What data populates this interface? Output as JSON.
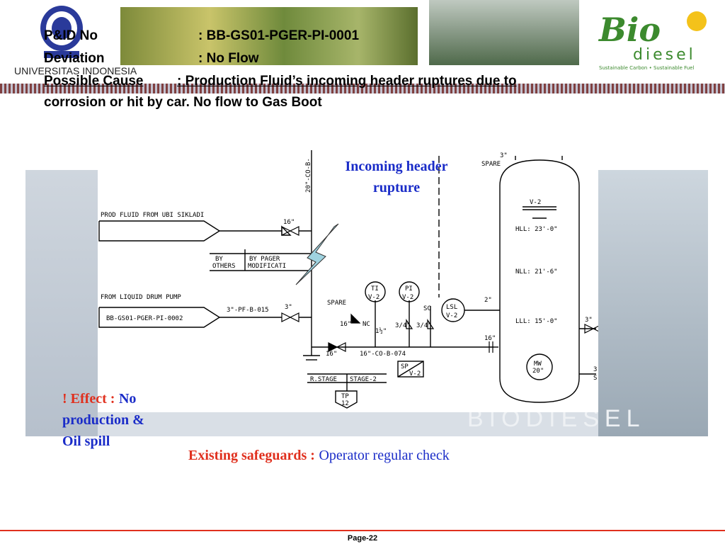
{
  "header": {
    "university_label": "UNIVERSITAS INDONESIA",
    "logo_text": "Bio",
    "logo_subtext": "diesel",
    "logo_tagline": "Sustainable Carbon • Sustainable Fuel"
  },
  "info": {
    "pid_label": "P&ID No",
    "pid_value": ": BB-GS01-PGER-PI-0001",
    "deviation_label": "Deviation",
    "deviation_value": ": No Flow",
    "cause_label": "Possible Cause",
    "cause_value": ": Production Fluid’s incoming header ruptures due to",
    "cause_value_line2": "corrosion or hit by car. No flow to Gas Boot"
  },
  "annotation": {
    "rupture_label_1": "Incoming header",
    "rupture_label_2": "rupture"
  },
  "effect": {
    "prefix": "! Effect :",
    "text_1": "No",
    "text_2": "production &",
    "text_3": "Oil spill"
  },
  "safeguards": {
    "label": "Existing safeguards :",
    "value": "Operator regular check"
  },
  "diagram_text": {
    "line_20co": "20\"-CO-B-",
    "prod_fluid": "PROD FLUID FROM UBI SIKLADI",
    "v16": "16\"",
    "by": "BY",
    "others": "OTHERS",
    "by_pager": "BY PAGER",
    "modificati": "MODIFICATI",
    "from_liquid": "FROM LIQUID DRUM PUMP",
    "ref_box": "BB-GS01-PGER-PI-0002",
    "pf_line": "3\"-PF-B-015",
    "v3": "3\"",
    "spare": "SPARE",
    "nc": "NC",
    "half": "1½\"",
    "q1": "3/4\"",
    "q2": "3/4\"",
    "sc": "SC",
    "ti": "TI",
    "ti_tag": "V-2",
    "pi": "PI",
    "pi_tag": "V-2",
    "lsl": "LSL",
    "lsl_tag": "V-2",
    "two": "2\"",
    "co_074": "16\"-CO-B-074",
    "sp": "SP",
    "sp_tag": "V-2",
    "r_stage": "R.STAGE",
    "stage2": "STAGE-2",
    "tp": "TP",
    "tp_num": "12",
    "spare_top": "SPARE",
    "three_top": "3\"",
    "v2": "V-2",
    "hll": "HLL: 23'-0\"",
    "nll": "NLL: 21'-6\"",
    "lll": "LLL: 15'-0\"",
    "mw": "MW",
    "mw_size": "20\"",
    "v16b": "16\"",
    "v16c": "16\"",
    "v16d": "16\"",
    "right3a": "3\"",
    "right3b": "3",
    "right_s": "S"
  },
  "watermark": "BIODIESEL",
  "footer": {
    "page": "Page-22"
  },
  "colors": {
    "accent_red": "#e0301e",
    "accent_blue": "#1a2cc8",
    "lightning": "#9fd3e0"
  }
}
